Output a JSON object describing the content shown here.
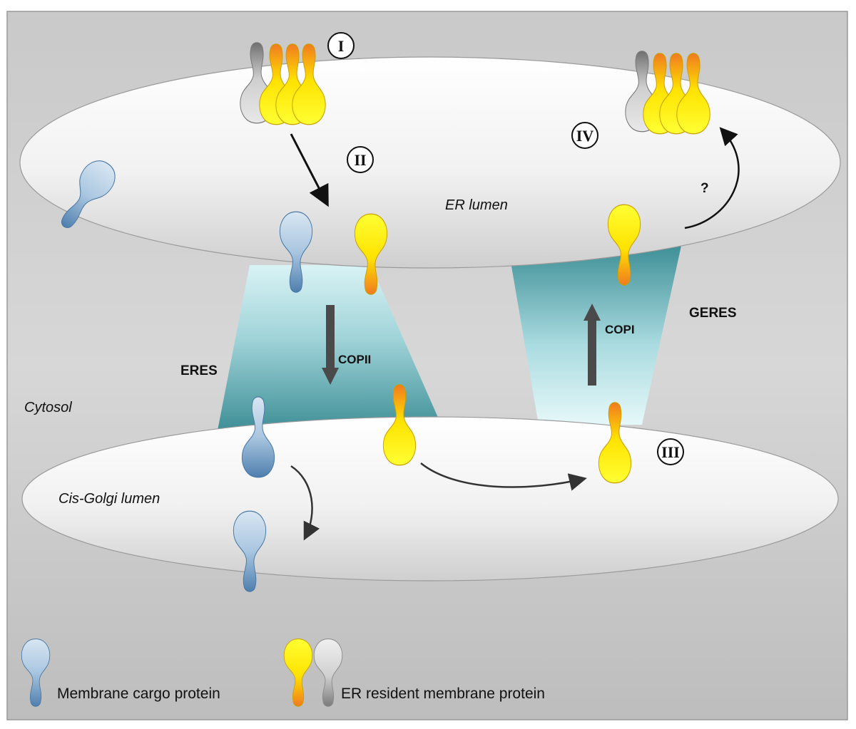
{
  "labels": {
    "er_lumen": "ER lumen",
    "cytosol": "Cytosol",
    "golgi_lumen": "Cis-Golgi lumen",
    "eres": "ERES",
    "geres": "GERES",
    "copii": "COPII",
    "copi": "COPI",
    "question": "?"
  },
  "steps": [
    "I",
    "II",
    "III",
    "IV"
  ],
  "legend": {
    "cargo": "Membrane cargo protein",
    "resident": "ER resident membrane  protein"
  }
}
